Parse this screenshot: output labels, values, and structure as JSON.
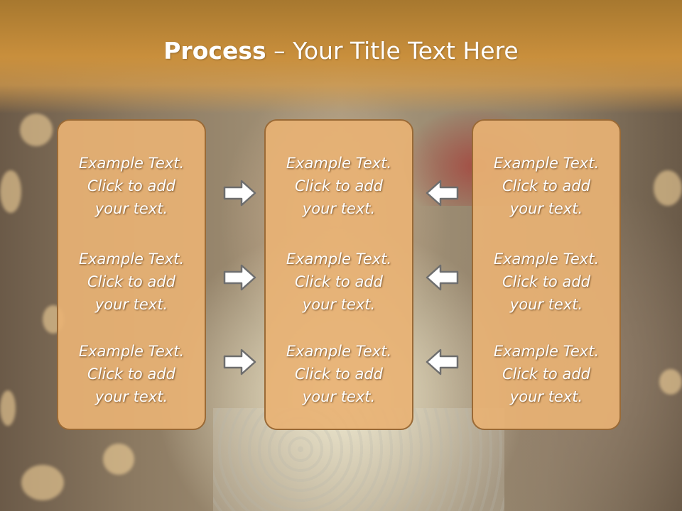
{
  "slide": {
    "title_bold": "Process",
    "title_rest": " – Your Title Text Here"
  },
  "panels": [
    {
      "items": [
        {
          "line1": "Example Text.",
          "line2": "Click  to add",
          "line3": "your text."
        },
        {
          "line1": "Example Text.",
          "line2": "Click  to add",
          "line3": "your text."
        },
        {
          "line1": "Example Text.",
          "line2": "Click  to add",
          "line3": "your text."
        }
      ]
    },
    {
      "items": [
        {
          "line1": "Example Text.",
          "line2": "Click  to add",
          "line3": "your text."
        },
        {
          "line1": "Example Text.",
          "line2": "Click  to add",
          "line3": "your text."
        },
        {
          "line1": "Example Text.",
          "line2": "Click  to add",
          "line3": "your text."
        }
      ]
    },
    {
      "items": [
        {
          "line1": "Example Text.",
          "line2": "Click  to add",
          "line3": "your text."
        },
        {
          "line1": "Example Text.",
          "line2": "Click  to add",
          "line3": "your text."
        },
        {
          "line1": "Example Text.",
          "line2": "Click  to add",
          "line3": "your text."
        }
      ]
    }
  ],
  "arrows": {
    "left_group": "arrow-right-icon",
    "right_group": "arrow-left-icon"
  },
  "colors": {
    "header": "#c98f3c",
    "panel_fill": "#e8b274",
    "panel_border": "#9a6a36",
    "text": "#ffffff"
  }
}
